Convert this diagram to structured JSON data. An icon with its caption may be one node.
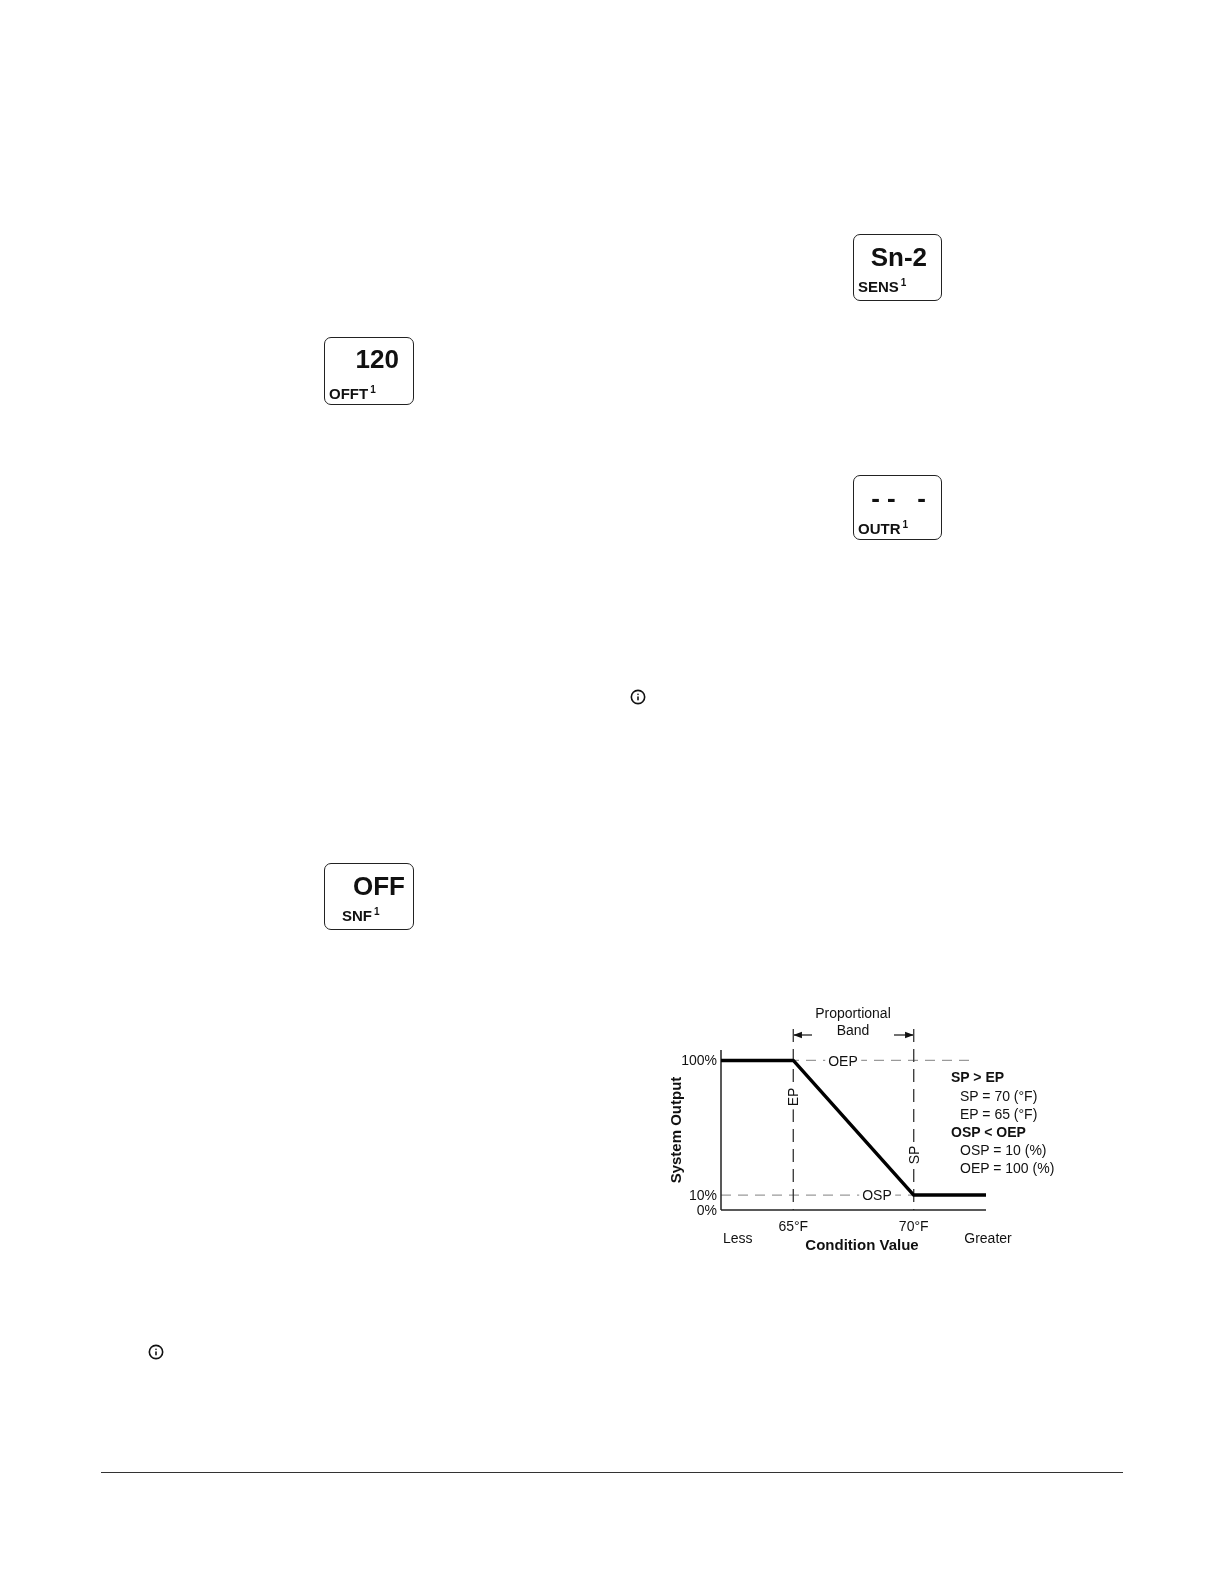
{
  "diagram": {
    "nodes": [
      {
        "text": [
          "Sn-2",
          "SENS$^{1}$"
        ]
      },
      {
        "text": [
          "120",
          "OFFT$^{1}$"
        ]
      },
      {
        "text": [
          "- -   -",
          "OUTR$^{1}$"
        ]
      },
      {
        "text": [
          "OFF",
          "SNF$^{1}$"
        ]
      }
    ],
    "labels": [
      "Proportional Band",
      "OEP",
      "EP",
      "SP > EP",
      "SP = 70 (°F)",
      "EP = 65 (°F)",
      "OSP < OEP",
      "OSP = 10 (%)",
      "OEP = 100 (%)",
      "SP",
      "OSP",
      "Less",
      "Greater"
    ],
    "chart_data": {
      "type": "line",
      "xlabel": "Condition Value",
      "ylabel": "System Output",
      "x": [
        62,
        65,
        70,
        73
      ],
      "series": [
        {
          "color": "#000000",
          "values": [
            100,
            100,
            10,
            10
          ]
        }
      ],
      "xlim": [
        62,
        73
      ],
      "ylim": [
        0,
        107
      ],
      "xticks": [
        {
          "value": 65,
          "label": "65°F"
        },
        {
          "value": 70,
          "label": "70°F"
        }
      ],
      "yticks": [
        {
          "value": 0,
          "label": "0%"
        },
        {
          "value": 10,
          "label": "10%"
        },
        {
          "value": 100,
          "label": "100%"
        }
      ],
      "grid": true
    }
  }
}
